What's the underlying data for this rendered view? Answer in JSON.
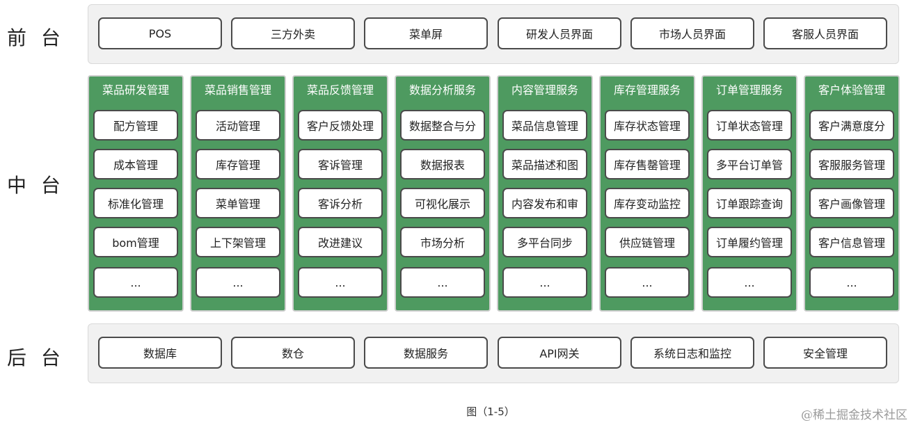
{
  "layers": {
    "front": {
      "label": "前 台",
      "items": [
        "POS",
        "三方外卖",
        "菜单屏",
        "研发人员界面",
        "市场人员界面",
        "客服人员界面"
      ]
    },
    "middle": {
      "label": "中 台",
      "columns": [
        {
          "title": "菜品研发管理",
          "items": [
            "配方管理",
            "成本管理",
            "标准化管理",
            "bom管理",
            "..."
          ]
        },
        {
          "title": "菜品销售管理",
          "items": [
            "活动管理",
            "库存管理",
            "菜单管理",
            "上下架管理",
            "..."
          ]
        },
        {
          "title": "菜品反馈管理",
          "items": [
            "客户反馈处理",
            "客诉管理",
            "客诉分析",
            "改进建议",
            "..."
          ]
        },
        {
          "title": "数据分析服务",
          "items": [
            "数据整合与分",
            "数据报表",
            "可视化展示",
            "市场分析",
            "..."
          ]
        },
        {
          "title": "内容管理服务",
          "items": [
            "菜品信息管理",
            "菜品描述和图",
            "内容发布和审",
            "多平台同步",
            "..."
          ]
        },
        {
          "title": "库存管理服务",
          "items": [
            "库存状态管理",
            "库存售罄管理",
            "库存变动监控",
            "供应链管理",
            "..."
          ]
        },
        {
          "title": "订单管理服务",
          "items": [
            "订单状态管理",
            "多平台订单管",
            "订单跟踪查询",
            "订单履约管理",
            "..."
          ]
        },
        {
          "title": "客户体验管理",
          "items": [
            "客户满意度分",
            "客服服务管理",
            "客户画像管理",
            "客户信息管理",
            "..."
          ]
        }
      ]
    },
    "back": {
      "label": "后 台",
      "items": [
        "数据库",
        "数仓",
        "数据服务",
        "API网关",
        "系统日志和监控",
        "安全管理"
      ]
    }
  },
  "caption": "图（1-5）",
  "watermark": "@稀土掘金技术社区"
}
